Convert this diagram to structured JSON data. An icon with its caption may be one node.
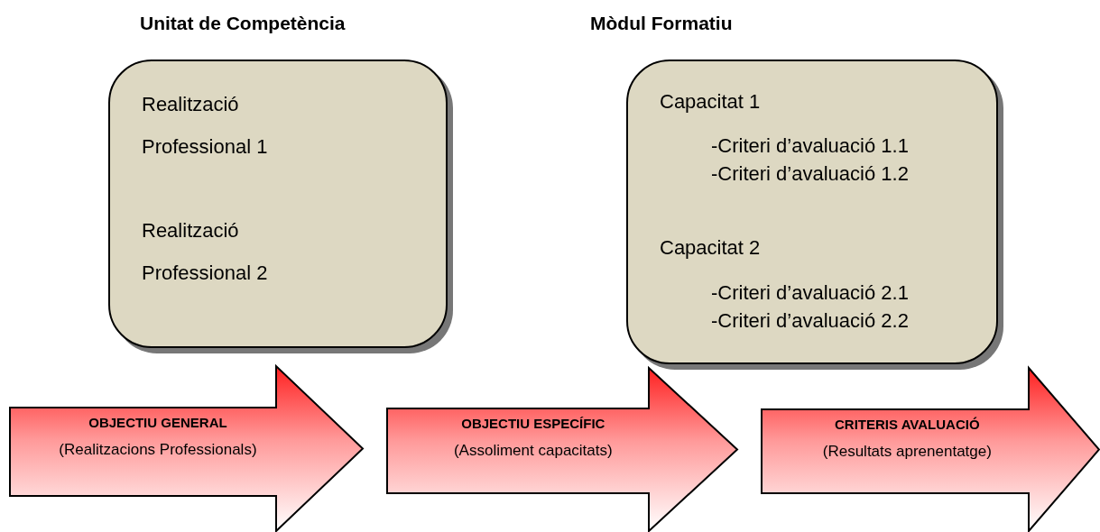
{
  "diagram": {
    "nodes": [
      {
        "text": [
          "Unitat de Competència",
          "Realització Professional 1",
          "Realització Professional 2"
        ]
      },
      {
        "text": [
          "Mòdul Formatiu",
          "Capacitat 1",
          "-Criteri d’avaluació 1.1",
          "-Criteri d’avaluació 1.2",
          "Capacitat 2",
          "-Criteri d’avaluació 2.1",
          "-Criteri d’avaluació 2.2"
        ]
      },
      {
        "text": [
          "OBJECTIU GENERAL",
          "(Realitzacions Professionals)"
        ]
      },
      {
        "text": [
          "OBJECTIU ESPECÍFIC",
          "(Assoliment capacitats)"
        ]
      },
      {
        "text": [
          "CRITERIS AVALUACIÓ",
          "(Resultats aprenentatge)"
        ]
      }
    ]
  }
}
